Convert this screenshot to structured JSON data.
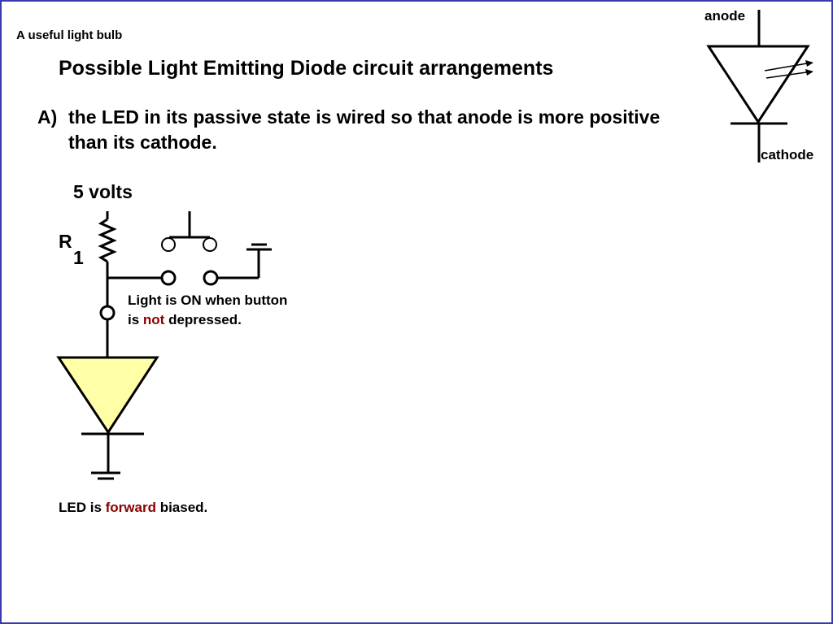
{
  "slide": {
    "kicker": "A useful light bulb",
    "title": "Possible Light Emitting Diode circuit arrangements",
    "point": {
      "label": "A)",
      "text": "the LED in its passive state is wired so that anode is more positive than its cathode."
    }
  },
  "symbol": {
    "anode_label": "anode",
    "cathode_label": "cathode"
  },
  "circuit": {
    "supply_label": "5 volts",
    "resistor_letter": "R",
    "resistor_sub": "1",
    "note": {
      "before": "Light is ON when button is ",
      "emphasis": "not",
      "after": " depressed."
    },
    "bias": {
      "before": "LED is ",
      "emphasis": "forward",
      "after": " biased."
    },
    "led_fill": "#ffffa8",
    "emphasis_color": "#8b0000",
    "border_color": "#3a3ab0"
  }
}
